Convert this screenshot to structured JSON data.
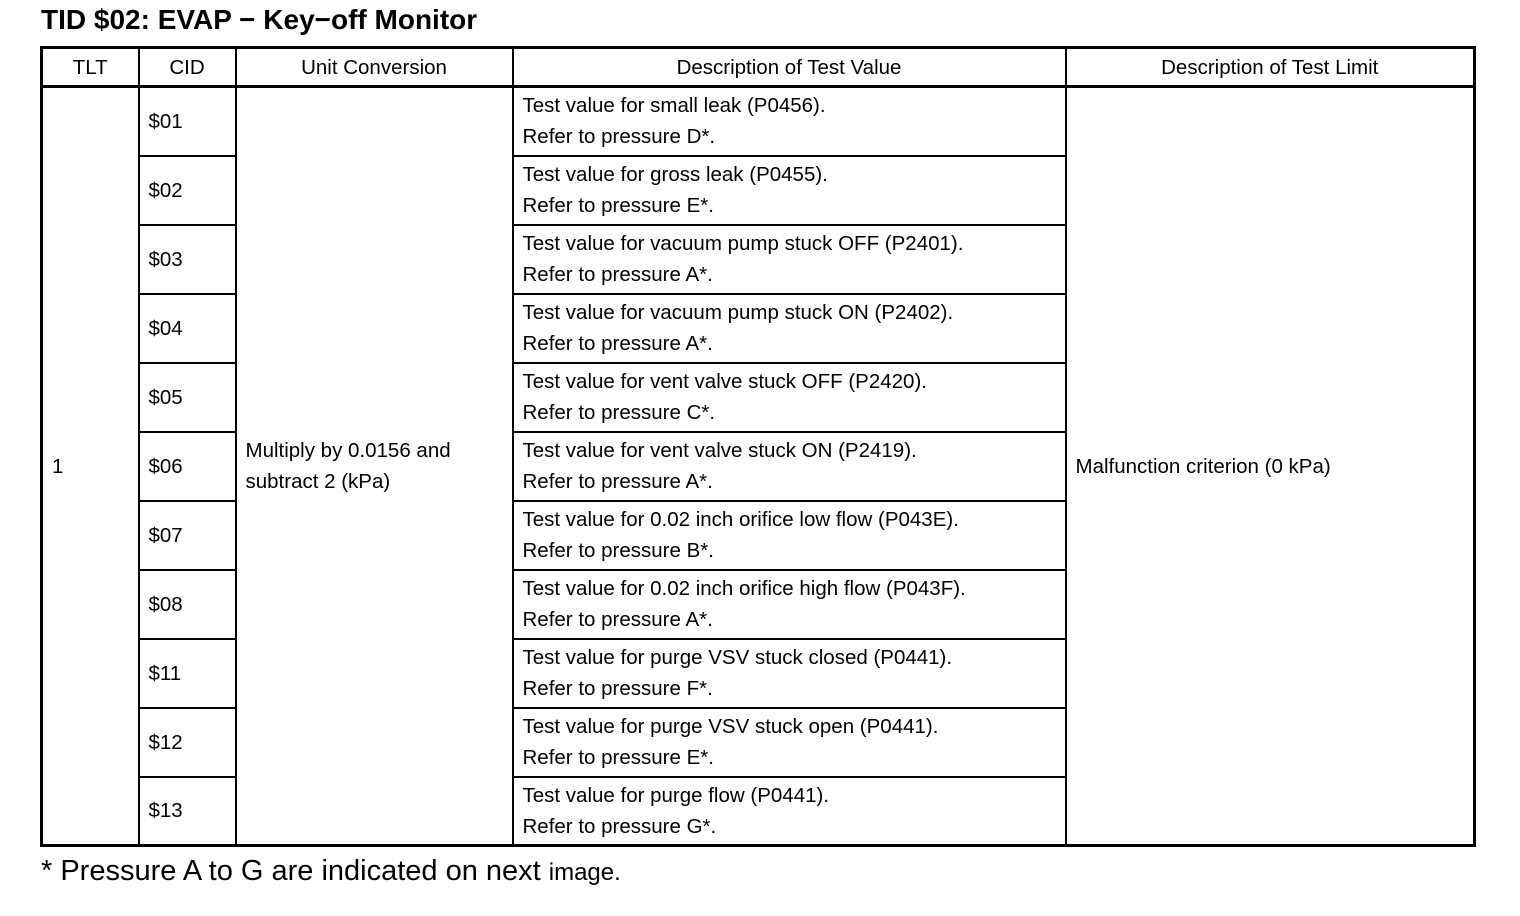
{
  "title": "TID $02: EVAP − Key−off Monitor",
  "headers": {
    "tlt": "TLT",
    "cid": "CID",
    "unit_conversion": "Unit Conversion",
    "test_value": "Description of Test Value",
    "test_limit": "Description of Test Limit"
  },
  "tlt_value": "1",
  "unit_conversion": {
    "line1": "Multiply by 0.0156 and",
    "line2": "subtract 2 (kPa)"
  },
  "test_limit": "Malfunction criterion (0 kPa)",
  "rows": [
    {
      "cid": "$01",
      "desc1": "Test value for small leak (P0456).",
      "desc2": "Refer to pressure D*."
    },
    {
      "cid": "$02",
      "desc1": "Test value for gross leak (P0455).",
      "desc2": "Refer to pressure E*."
    },
    {
      "cid": "$03",
      "desc1": "Test value for vacuum pump stuck OFF (P2401).",
      "desc2": "Refer to pressure A*."
    },
    {
      "cid": "$04",
      "desc1": "Test value for vacuum pump stuck ON (P2402).",
      "desc2": "Refer to pressure A*."
    },
    {
      "cid": "$05",
      "desc1": "Test value for vent valve stuck OFF (P2420).",
      "desc2": "Refer to pressure C*."
    },
    {
      "cid": "$06",
      "desc1": "Test value for vent valve stuck ON (P2419).",
      "desc2": "Refer to pressure A*."
    },
    {
      "cid": "$07",
      "desc1": "Test value for 0.02 inch orifice low flow (P043E).",
      "desc2": "Refer to pressure B*."
    },
    {
      "cid": "$08",
      "desc1": "Test value for 0.02 inch orifice high flow (P043F).",
      "desc2": "Refer to pressure A*."
    },
    {
      "cid": "$11",
      "desc1": "Test value for purge VSV stuck closed (P0441).",
      "desc2": "Refer to pressure F*."
    },
    {
      "cid": "$12",
      "desc1": "Test value for purge VSV stuck open (P0441).",
      "desc2": "Refer to pressure E*."
    },
    {
      "cid": "$13",
      "desc1": "Test value for purge flow (P0441).",
      "desc2": "Refer to pressure G*."
    }
  ],
  "footnote": {
    "main": "* Pressure A to G are indicated on next",
    "tail": "image."
  }
}
